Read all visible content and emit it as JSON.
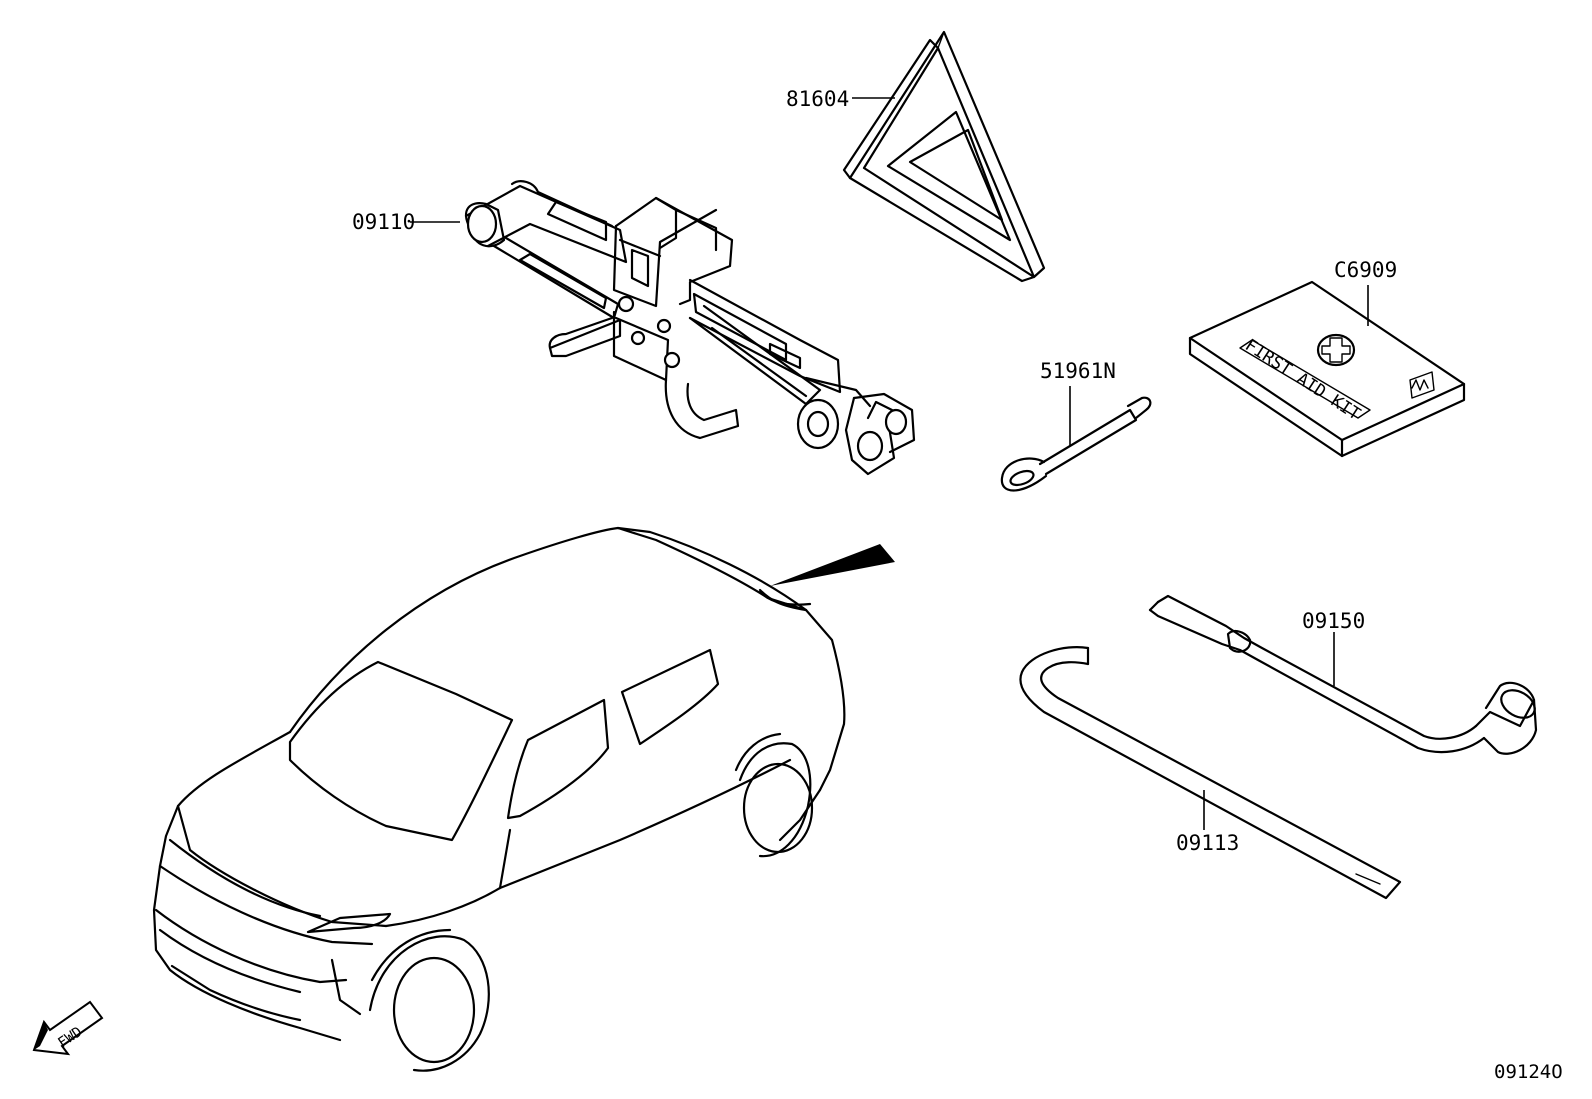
{
  "diagram": {
    "drawing_code": "09124O",
    "fwd_label": "FWD",
    "kit_label": "FIRST AID KIT",
    "parts": [
      {
        "id": "warning-triangle",
        "number": "81604"
      },
      {
        "id": "jack",
        "number": "09110"
      },
      {
        "id": "first-aid-kit",
        "number": "C6909"
      },
      {
        "id": "jack-handle",
        "number": "51961N"
      },
      {
        "id": "wheel-wrench",
        "number": "09150"
      },
      {
        "id": "jack-handle-bar",
        "number": "09113"
      }
    ]
  }
}
